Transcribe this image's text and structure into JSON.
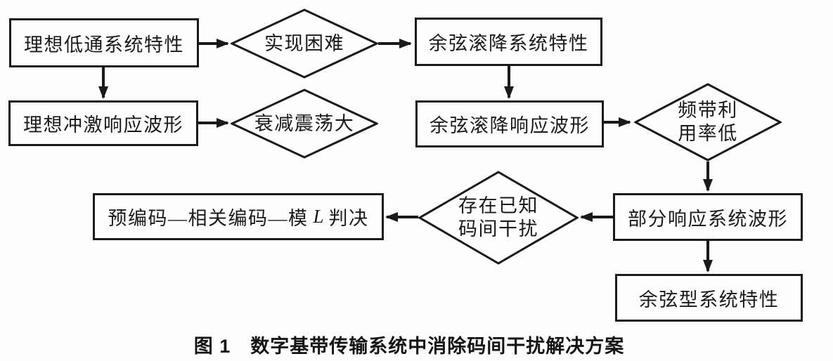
{
  "figure": {
    "caption_label": "图 1",
    "caption_title": "数字基带传输系统中消除码间干扰解决方案"
  },
  "nodes": {
    "ideal_lowpass_system": "理想低通系统特性",
    "implementation_difficult": "实现困难",
    "cosine_rolloff_system": "余弦滚降系统特性",
    "ideal_impulse_response": "理想冲激响应波形",
    "attenuation_oscillation_large": "衰减震荡大",
    "cosine_rolloff_response": "余弦滚降响应波形",
    "band_utilization_low_line1": "频带利",
    "band_utilization_low_line2": "用率低",
    "partial_response_waveform": "部分响应系统波形",
    "known_isi_line1": "存在已知",
    "known_isi_line2": "码间干扰",
    "precode_chain_prefix": "预编码—相关编码—模",
    "precode_chain_var": "L",
    "precode_chain_suffix": "判决",
    "cosine_type_system": "余弦型系统特性"
  },
  "colors": {
    "line": "#1a1a1a",
    "background": "#fdfdfd"
  }
}
